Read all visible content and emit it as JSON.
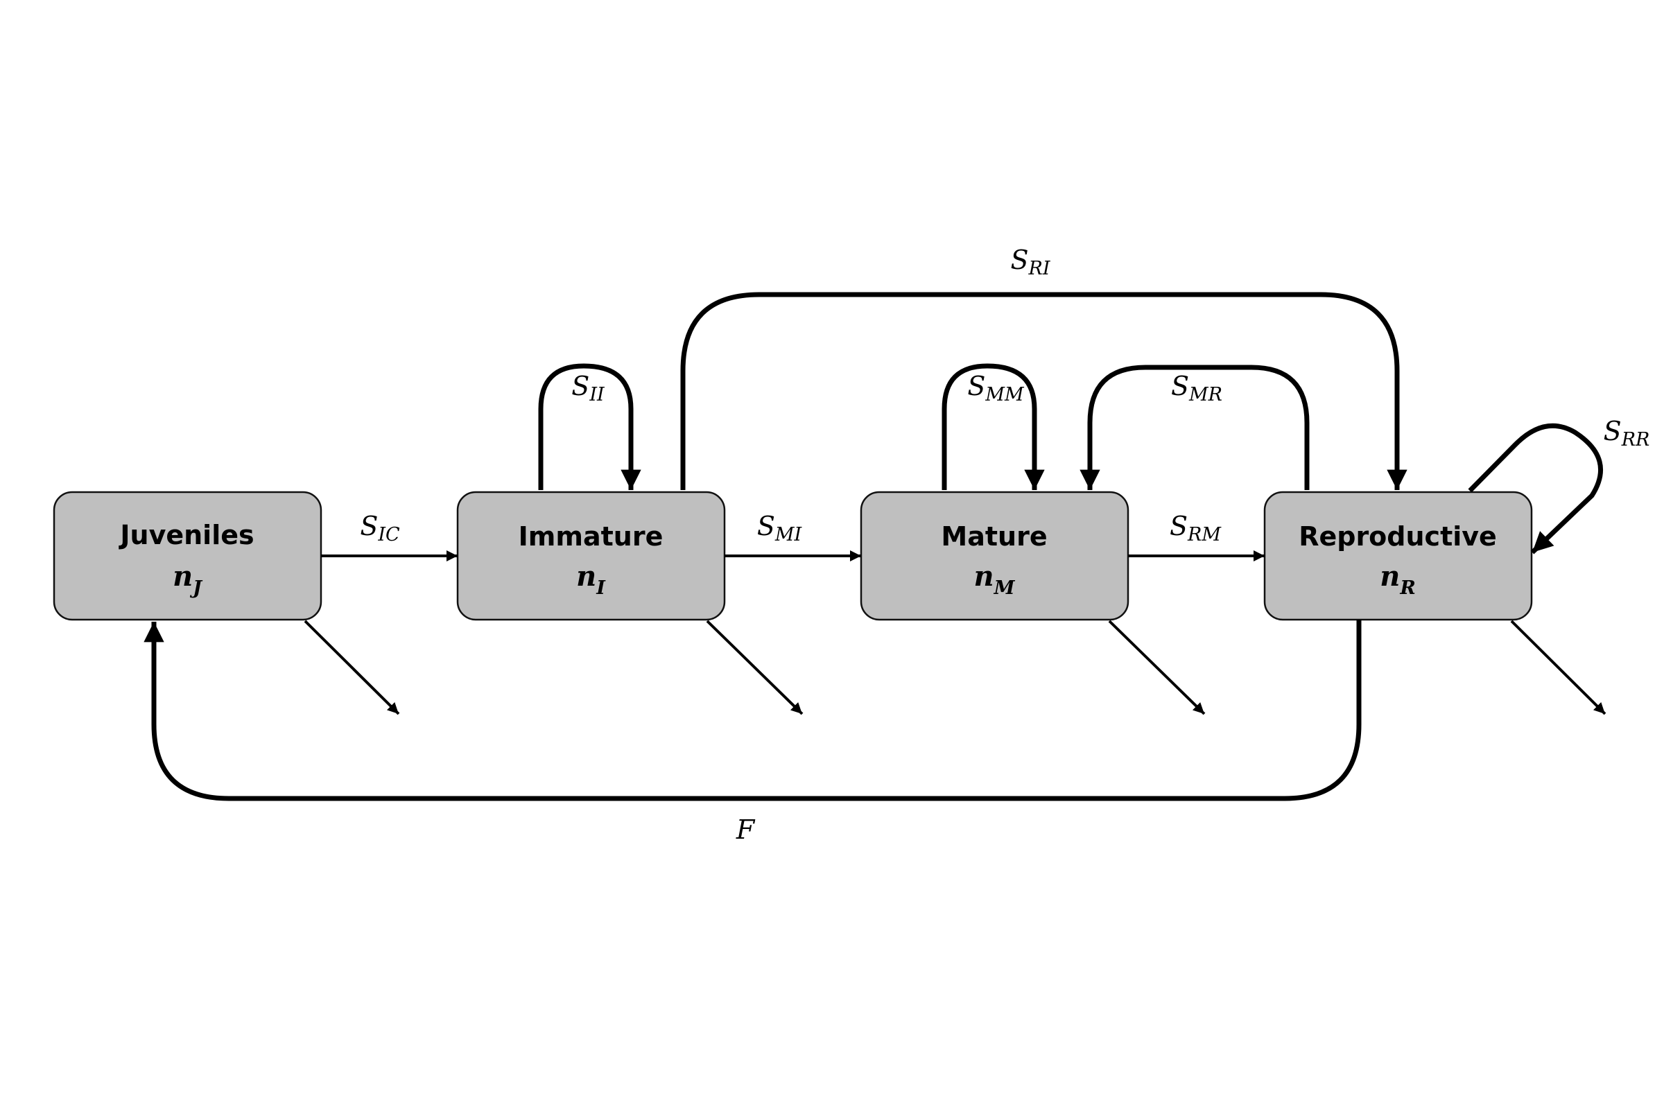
{
  "stages": [
    {
      "name": "Juveniles",
      "var_base": "n",
      "var_sub": "J"
    },
    {
      "name": "Immature",
      "var_base": "n",
      "var_sub": "I"
    },
    {
      "name": "Mature",
      "var_base": "n",
      "var_sub": "M"
    },
    {
      "name": "Reproductive",
      "var_base": "n",
      "var_sub": "R"
    }
  ],
  "rates": {
    "s_ic": {
      "base": "S",
      "sub": "IC"
    },
    "s_mi": {
      "base": "S",
      "sub": "MI"
    },
    "s_rm": {
      "base": "S",
      "sub": "RM"
    },
    "s_ii": {
      "base": "S",
      "sub": "II"
    },
    "s_mm": {
      "base": "S",
      "sub": "MM"
    },
    "s_mr": {
      "base": "S",
      "sub": "MR"
    },
    "s_ri": {
      "base": "S",
      "sub": "RI"
    },
    "s_rr": {
      "base": "S",
      "sub": "RR"
    },
    "fecundity": {
      "base": "F"
    }
  },
  "colors": {
    "box_fill": "#bfbfbf",
    "stroke": "#000000"
  }
}
